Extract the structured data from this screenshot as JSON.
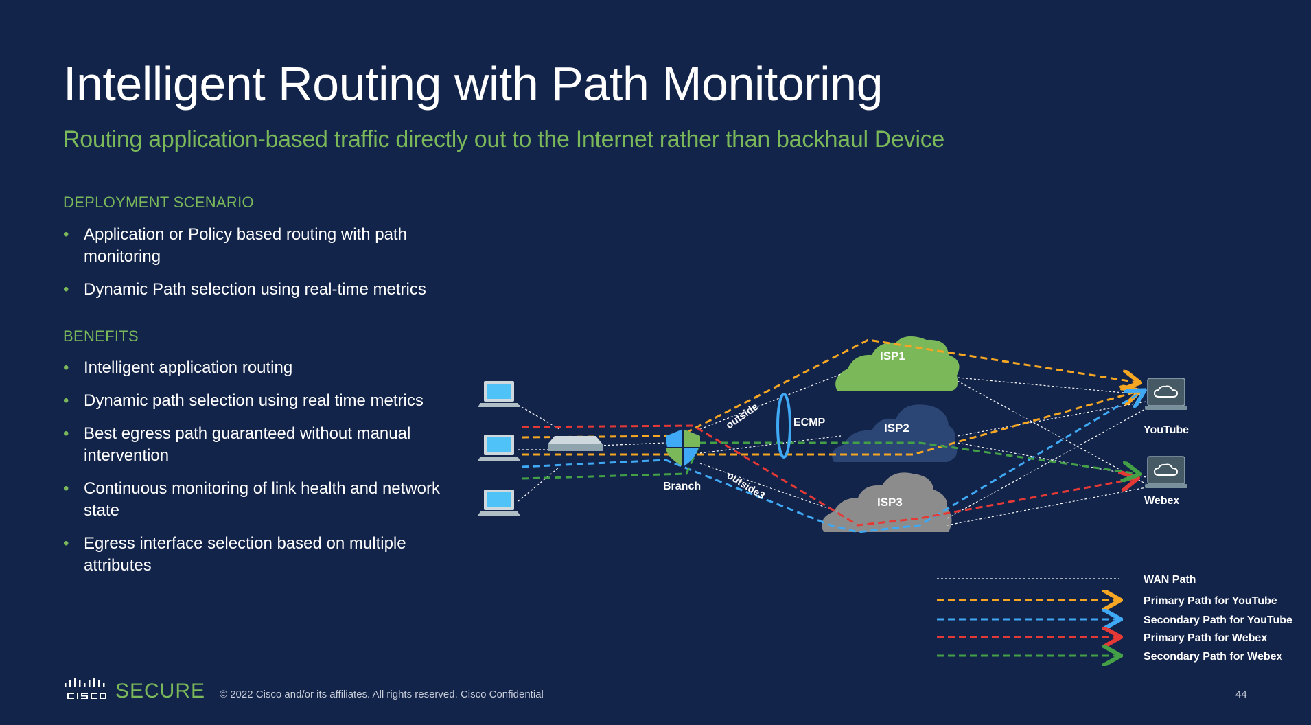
{
  "slide": {
    "title": "Intelligent Routing with Path Monitoring",
    "subtitle": "Routing application-based traffic directly out to the Internet rather than backhaul Device"
  },
  "deployment": {
    "heading": "DEPLOYMENT SCENARIO",
    "items": [
      "Application or Policy based routing with path monitoring",
      "Dynamic Path selection using real-time metrics"
    ]
  },
  "benefits": {
    "heading": "BENEFITS",
    "items": [
      "Intelligent application routing",
      "Dynamic path selection using real time metrics",
      "Best egress path guaranteed without manual intervention",
      "Continuous monitoring of link health and network state",
      "Egress interface selection based on multiple attributes"
    ]
  },
  "diagram": {
    "branch_label": "Branch",
    "ecmp_label": "ECMP",
    "interface_outside": "outside",
    "interface_outside3": "outside3",
    "isp1": "ISP1",
    "isp2": "ISP2",
    "isp3": "ISP3",
    "youtube": "YouTube",
    "webex": "Webex",
    "colors": {
      "isp1": "#7ab85a",
      "isp2": "#2b4574",
      "isp3": "#8c8c8c",
      "primary_youtube": "#f5a623",
      "secondary_youtube": "#3fa9f5",
      "primary_webex": "#e53935",
      "secondary_webex": "#43a047",
      "wan": "#ffffff"
    }
  },
  "legend": [
    {
      "label": "WAN Path",
      "color": "#ffffff",
      "style": "dotted"
    },
    {
      "label": "Primary Path for YouTube",
      "color": "#f5a623",
      "style": "dashed-arrow"
    },
    {
      "label": "Secondary Path for YouTube",
      "color": "#3fa9f5",
      "style": "dashed-arrow"
    },
    {
      "label": "Primary Path for Webex",
      "color": "#e53935",
      "style": "dashed-arrow"
    },
    {
      "label": "Secondary Path for Webex",
      "color": "#43a047",
      "style": "dashed-arrow"
    }
  ],
  "footer": {
    "brand": "SECURE",
    "copyright": "© 2022 Cisco and/or its affiliates. All rights reserved. Cisco Confidential",
    "page_number": "44"
  }
}
